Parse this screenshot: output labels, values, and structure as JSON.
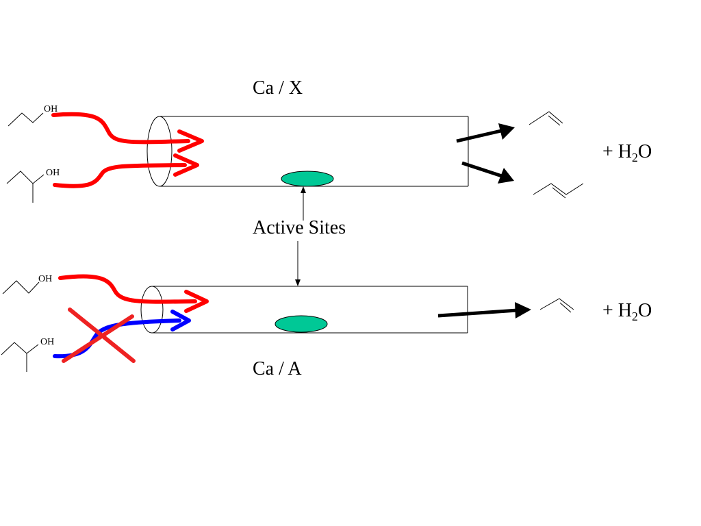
{
  "top": {
    "title": "Ca / X",
    "reactant_labels": [
      "OH",
      "OH"
    ],
    "product_suffix": {
      "plus": "+ H",
      "sub": "2",
      "tail": "O"
    }
  },
  "center": {
    "label": "Active Sites"
  },
  "bottom": {
    "title": "Ca / A",
    "reactant_labels": [
      "OH",
      "OH"
    ],
    "product_suffix": {
      "plus": "+ H",
      "sub": "2",
      "tail": "O"
    }
  },
  "colors": {
    "allowed_flow": "#ff0000",
    "blocked_flow": "#0000ff",
    "blocked_mark": "#ee2222",
    "active_site": "#00c896",
    "product_arrow": "#000000",
    "outline": "#000000"
  }
}
